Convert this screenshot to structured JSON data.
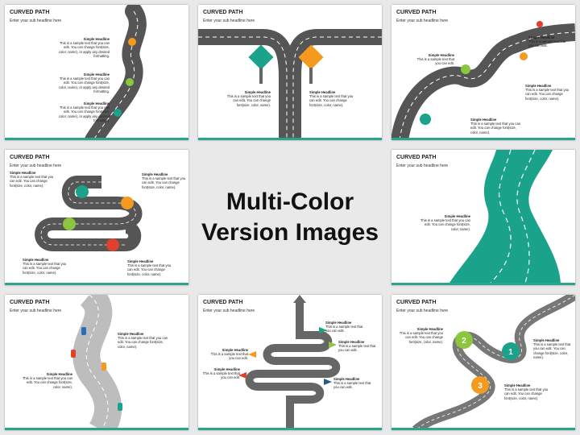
{
  "slide_title": "CURVED PATH",
  "slide_subtitle": "Enter your sub headline here",
  "headline": "Simple Headline",
  "center": {
    "line1": "Multi-Color",
    "line2": "Version Images"
  },
  "body_a": "This is a sample text that you can edit. You can change font(size, color, name), or apply any desired formatting.",
  "body_b": "This is a sample text that you can edit. You can change font(size, color, name).",
  "body_c": "This is a sample text that you can edit.",
  "colors": {
    "accent": "#2aa58a",
    "road": "#5a5a5a",
    "orange": "#f39a1f",
    "green": "#8cc63f",
    "red": "#e0412c",
    "teal": "#1aa38a"
  }
}
